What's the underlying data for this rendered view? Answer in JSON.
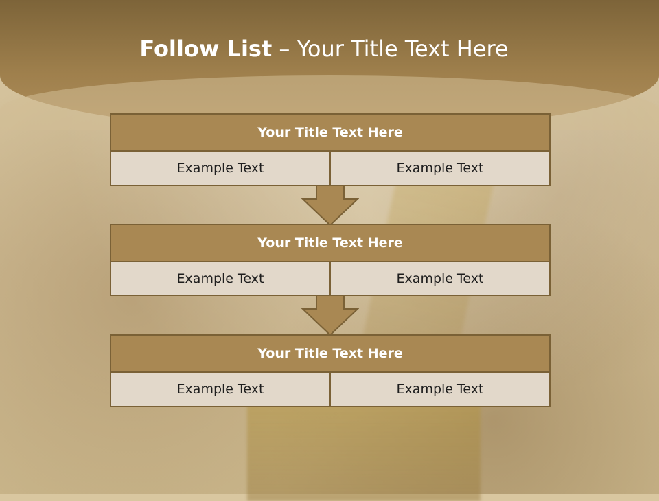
{
  "title": {
    "bold": "Follow List",
    "separator": " – ",
    "rest": "Your Title Text Here"
  },
  "blocks": [
    {
      "title": "Your Title Text Here",
      "left": "Example Text",
      "right": "Example Text"
    },
    {
      "title": "Your Title Text Here",
      "left": "Example Text",
      "right": "Example Text"
    },
    {
      "title": "Your Title Text Here",
      "left": "Example Text",
      "right": "Example Text"
    }
  ],
  "colors": {
    "header": "#9e7f4c",
    "block_title": "#a98853",
    "cell": "#e2d8ca",
    "border": "#7a6136"
  }
}
